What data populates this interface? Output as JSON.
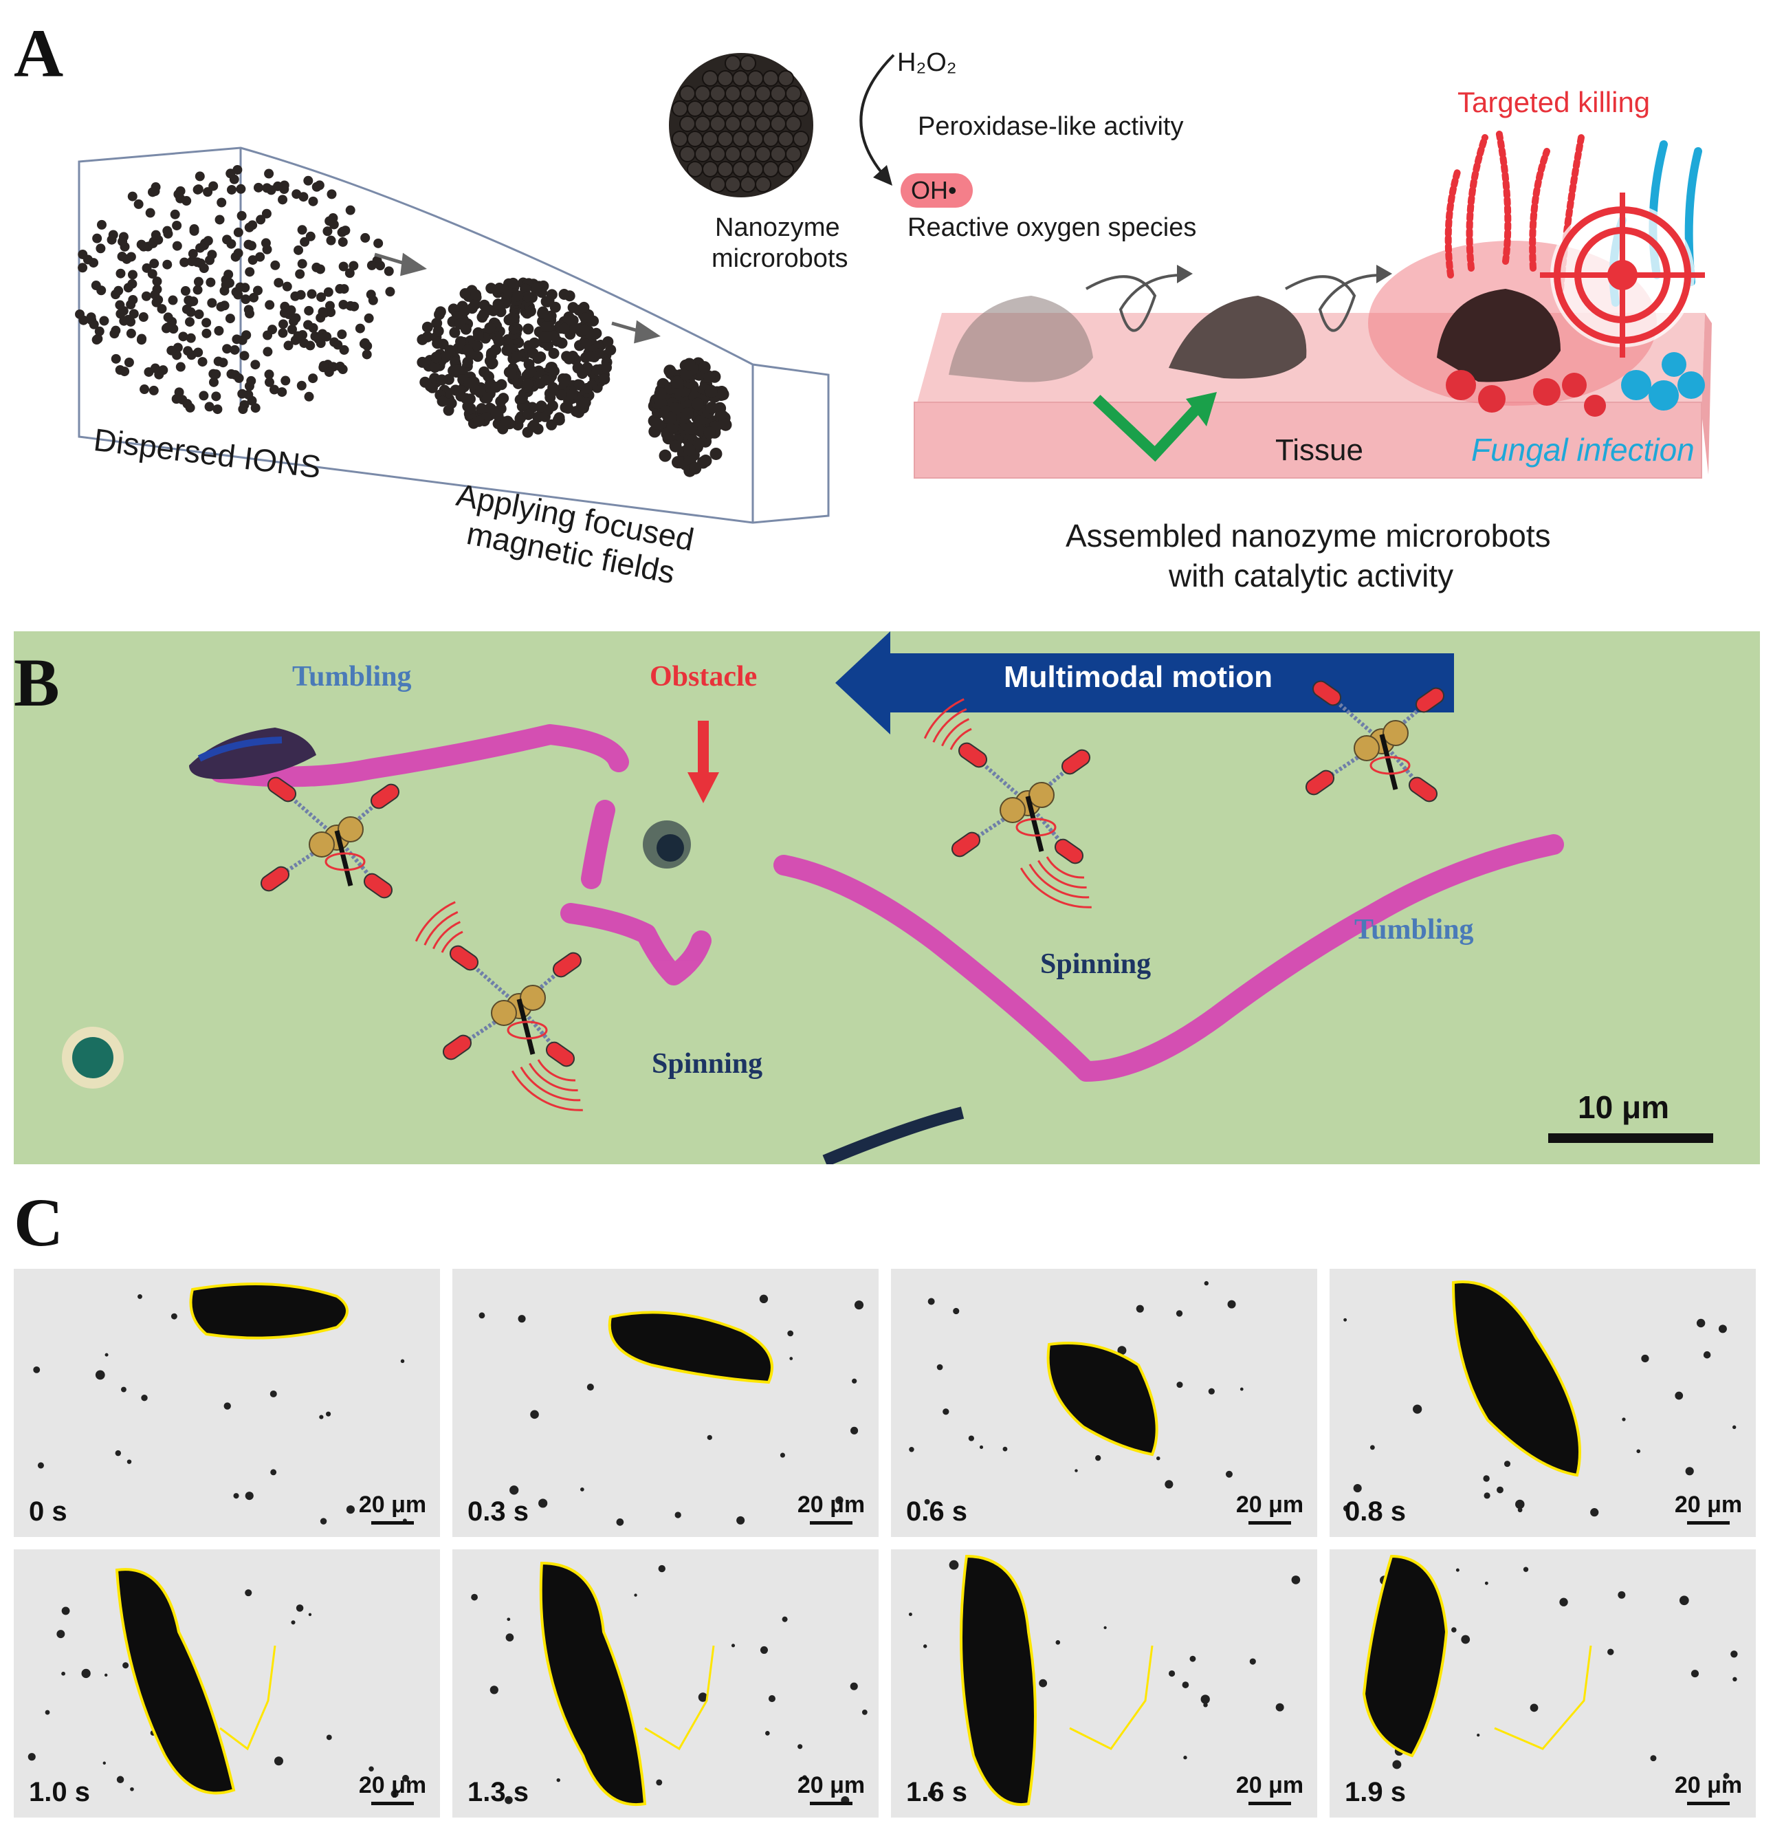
{
  "panel_a": {
    "letter": "A",
    "h2o2": "H₂O₂",
    "peroxidase": "Peroxidase-like activity",
    "oh": "OH•",
    "ros": "Reactive oxygen species",
    "nanozyme_line1": "Nanozyme",
    "nanozyme_line2": "microrobots",
    "dispersed": "Dispersed IONS",
    "applying_line1": "Applying focused",
    "applying_line2": "magnetic fields",
    "targeted": "Targeted killing",
    "tissue": "Tissue",
    "fungal": "Fungal infection",
    "assembled_line1": "Assembled nanozyme microrobots",
    "assembled_line2": "with catalytic activity"
  },
  "panel_b": {
    "letter": "B",
    "tumbling_left": "Tumbling",
    "obstacle": "Obstacle",
    "multimodal": "Multimodal motion",
    "spinning_left": "Spinning",
    "spinning_right": "Spinning",
    "tumbling_right": "Tumbling",
    "scale": "10 μm"
  },
  "panel_c": {
    "letter": "C",
    "frames": [
      {
        "time": "0 s",
        "scale": "20 μm"
      },
      {
        "time": "0.3 s",
        "scale": "20 μm"
      },
      {
        "time": "0.6 s",
        "scale": "20 μm"
      },
      {
        "time": "0.8 s",
        "scale": "20 μm"
      },
      {
        "time": "1.0 s",
        "scale": "20 μm"
      },
      {
        "time": "1.3 s",
        "scale": "20 μm"
      },
      {
        "time": "1.6 s",
        "scale": "20 μm"
      },
      {
        "time": "1.9 s",
        "scale": "20 μm"
      }
    ]
  },
  "colors": {
    "red": "#e8323a",
    "cyan": "#1ea8d8",
    "magenta": "#d640b4",
    "navy_arrow": "#0f3f8f",
    "green_bg": "#bcd6a4",
    "tissue": "#f5b9bc",
    "yellow": "#ffe600"
  }
}
